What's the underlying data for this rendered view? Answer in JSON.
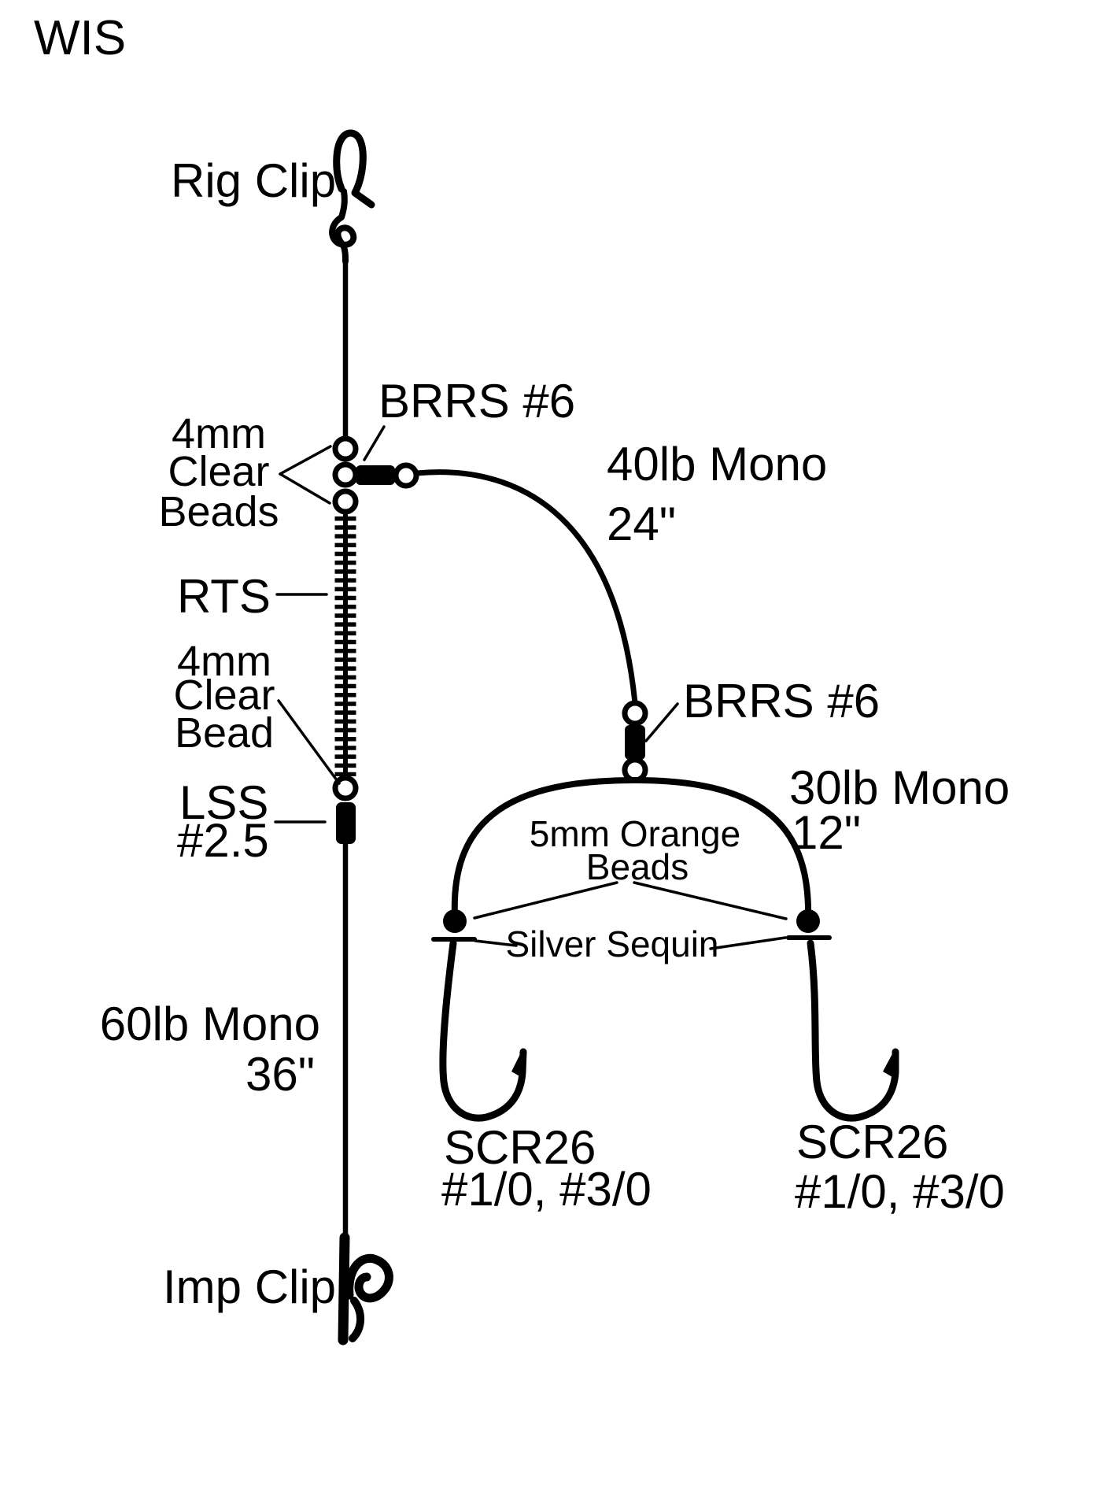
{
  "title": "WIS",
  "colors": {
    "ink": "#000000",
    "paper": "#ffffff"
  },
  "labels": {
    "rig_clip": "Rig Clip",
    "clear_beads_top": {
      "l1": "4mm",
      "l2": "Clear",
      "l3": "Beads"
    },
    "brrs_main": "BRRS #6",
    "mono40": {
      "l1": "40lb Mono",
      "l2": "24\""
    },
    "rts": "RTS",
    "clear_bead_mid": {
      "l1": "4mm",
      "l2": "Clear",
      "l3": "Bead"
    },
    "lss": {
      "l1": "LSS",
      "l2": "#2.5"
    },
    "brrs_branch": "BRRS #6",
    "mono30": {
      "l1": "30lb Mono",
      "l2": "12\""
    },
    "orange_beads": {
      "l1": "5mm Orange",
      "l2": "Beads"
    },
    "silver_sequin": "Silver Sequin",
    "scr26_left": {
      "l1": "SCR26",
      "l2": "#1/0, #3/0"
    },
    "scr26_right": {
      "l1": "SCR26",
      "l2": "#1/0, #3/0"
    },
    "mono60": {
      "l1": "60lb Mono",
      "l2": "36\""
    },
    "imp_clip": "Imp Clip"
  }
}
